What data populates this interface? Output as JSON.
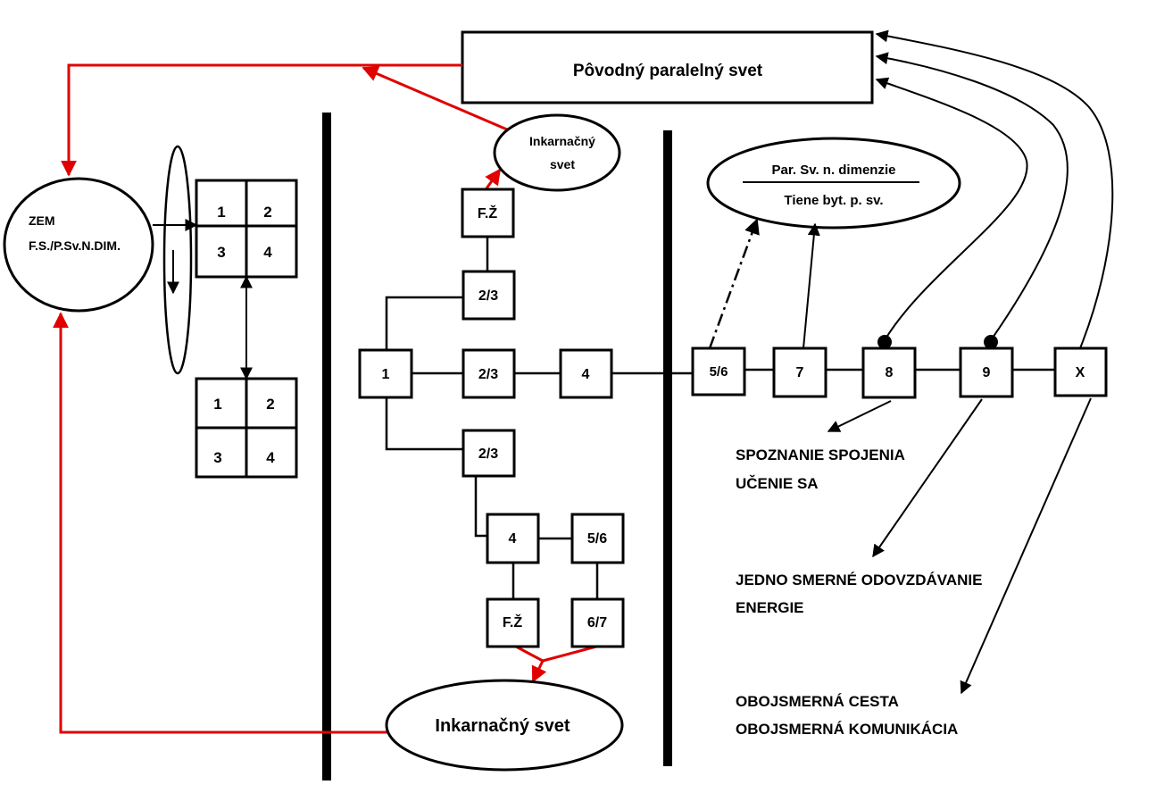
{
  "colors": {
    "red": "#e00000",
    "black": "#000000",
    "background": "#ffffff"
  },
  "top_box": {
    "label": "Pôvodný paralelný svet"
  },
  "zem": {
    "line1": "ZEM",
    "line2": "F.S./P.Sv.N.DIM."
  },
  "grid_top": [
    "1",
    "2",
    "3",
    "4"
  ],
  "grid_bottom": [
    "1",
    "2",
    "3",
    "4"
  ],
  "incarnate_small": {
    "line1": "Inkarnačný",
    "line2": "svet"
  },
  "incarnate_big": {
    "label": "Inkarnačný svet"
  },
  "par_ellipse": {
    "line1": "Par. Sv. n. dimenzie",
    "line2": "Tiene byt. p. sv."
  },
  "nodes": {
    "fz_top": "F.Ž",
    "n23_top": "2/3",
    "n1": "1",
    "n23_mid": "2/3",
    "n4_mid": "4",
    "n23_low": "2/3",
    "n4_low": "4",
    "n56_low": "5/6",
    "fz_low": "F.Ž",
    "n67_low": "6/7",
    "n56": "5/6",
    "n7": "7",
    "n8": "8",
    "n9": "9",
    "nX": "X"
  },
  "annotations": {
    "spoznanie_1": "SPOZNANIE SPOJENIA",
    "spoznanie_2": "UČENIE SA",
    "jedno_1": "JEDNO SMERNÉ ODOVZDÁVANIE",
    "jedno_2": "ENERGIE",
    "obojsmerna_1": "OBOJSMERNÁ CESTA",
    "obojsmerna_2": "OBOJSMERNÁ KOMUNIKÁCIA"
  }
}
